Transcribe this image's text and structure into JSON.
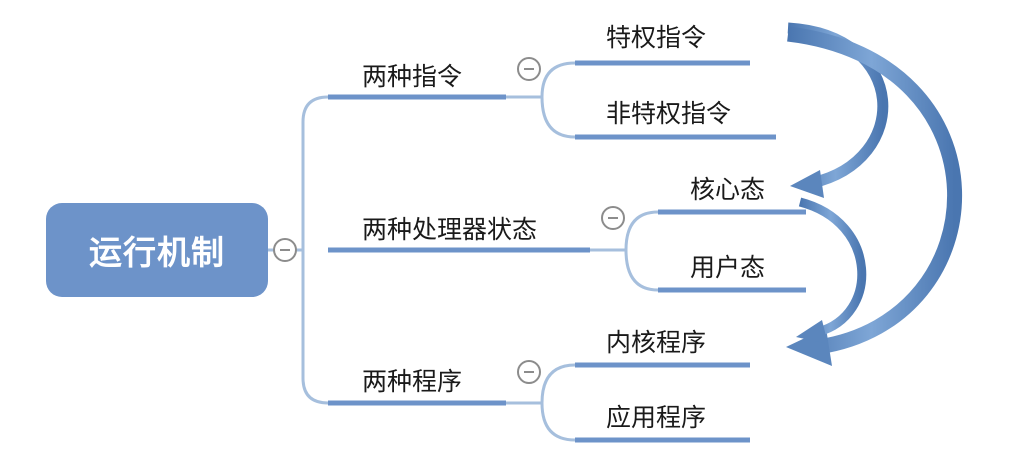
{
  "root": {
    "label": "运行机制"
  },
  "branches": [
    {
      "label": "两种指令",
      "children": [
        "特权指令",
        "非特权指令"
      ]
    },
    {
      "label": "两种处理器状态",
      "children": [
        "核心态",
        "用户态"
      ]
    },
    {
      "label": "两种程序",
      "children": [
        "内核程序",
        "应用程序"
      ]
    }
  ],
  "colors": {
    "root_fill": "#6d93c9",
    "branch_line": "#6d93c9",
    "connector": "#a6bfdd",
    "arrow": "#5b86bd",
    "toggle": "#8c8c8c"
  }
}
